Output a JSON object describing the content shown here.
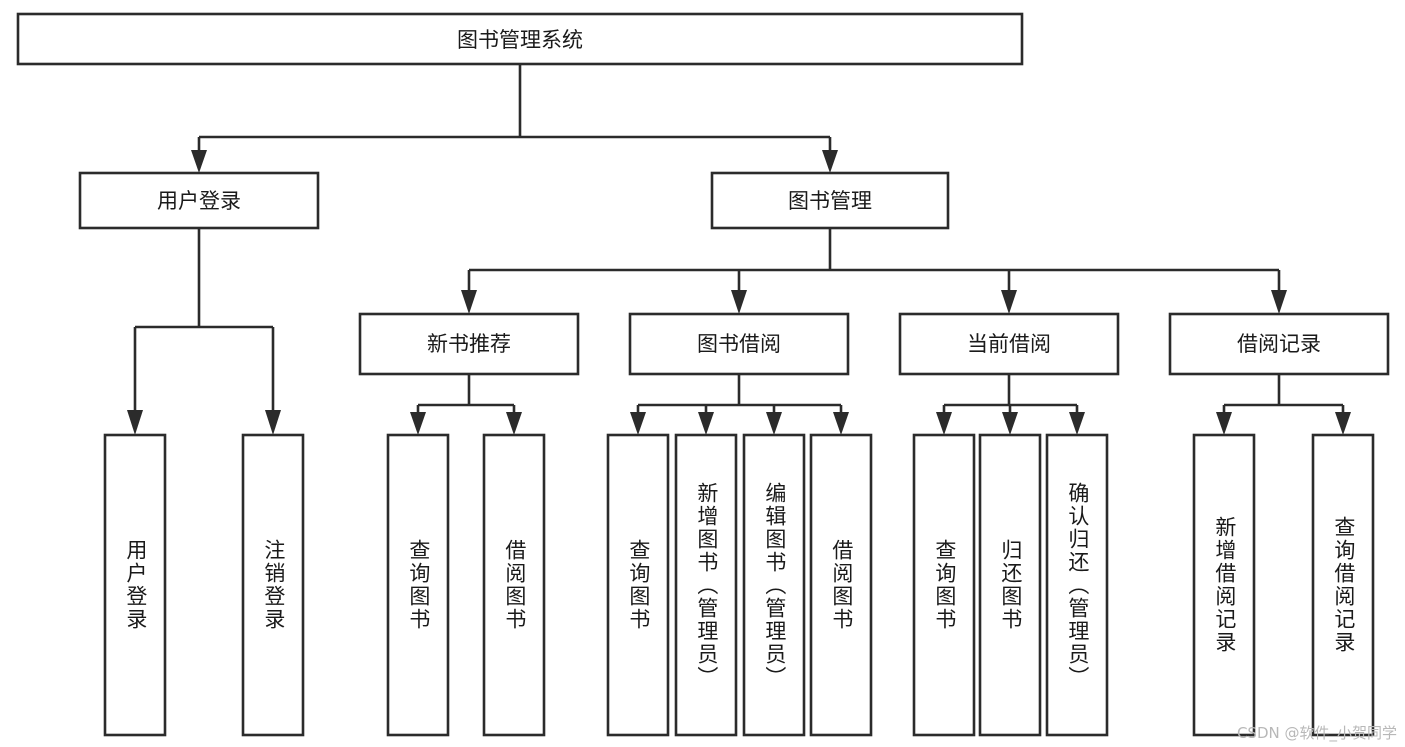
{
  "diagram": {
    "title": "图书管理系统",
    "type": "tree-hierarchy",
    "watermark": "CSDN @软件_小贺同学",
    "root": {
      "id": "root",
      "label": "图书管理系统"
    },
    "level2": [
      {
        "id": "user-login",
        "label": "用户登录"
      },
      {
        "id": "book-management",
        "label": "图书管理"
      }
    ],
    "level3": [
      {
        "id": "new-book-recommend",
        "label": "新书推荐",
        "parent": "book-management"
      },
      {
        "id": "book-borrow",
        "label": "图书借阅",
        "parent": "book-management"
      },
      {
        "id": "current-borrow",
        "label": "当前借阅",
        "parent": "book-management"
      },
      {
        "id": "borrow-record",
        "label": "借阅记录",
        "parent": "book-management"
      }
    ],
    "leaves": [
      {
        "id": "leaf-user-login",
        "label": "用户登录",
        "parent": "user-login"
      },
      {
        "id": "leaf-logout-login",
        "label": "注销登录",
        "parent": "user-login"
      },
      {
        "id": "leaf-query-book-1",
        "label": "查询图书",
        "parent": "new-book-recommend"
      },
      {
        "id": "leaf-borrow-book-1",
        "label": "借阅图书",
        "parent": "new-book-recommend"
      },
      {
        "id": "leaf-query-book-2",
        "label": "查询图书",
        "parent": "book-borrow"
      },
      {
        "id": "leaf-add-book",
        "label": "新增图书（管理员）",
        "parent": "book-borrow"
      },
      {
        "id": "leaf-edit-book",
        "label": "编辑图书（管理员）",
        "parent": "book-borrow"
      },
      {
        "id": "leaf-borrow-book-2",
        "label": "借阅图书",
        "parent": "book-borrow"
      },
      {
        "id": "leaf-query-book-3",
        "label": "查询图书",
        "parent": "current-borrow"
      },
      {
        "id": "leaf-return-book",
        "label": "归还图书",
        "parent": "current-borrow"
      },
      {
        "id": "leaf-confirm-return",
        "label": "确认归还（管理员）",
        "parent": "current-borrow"
      },
      {
        "id": "leaf-add-record",
        "label": "新增借阅记录",
        "parent": "borrow-record"
      },
      {
        "id": "leaf-query-record",
        "label": "查询借阅记录",
        "parent": "borrow-record"
      }
    ],
    "colors": {
      "stroke": "#2b2b2b",
      "fill": "#ffffff",
      "text": "#1a1a1a",
      "watermark": "#b8b8b8"
    }
  }
}
